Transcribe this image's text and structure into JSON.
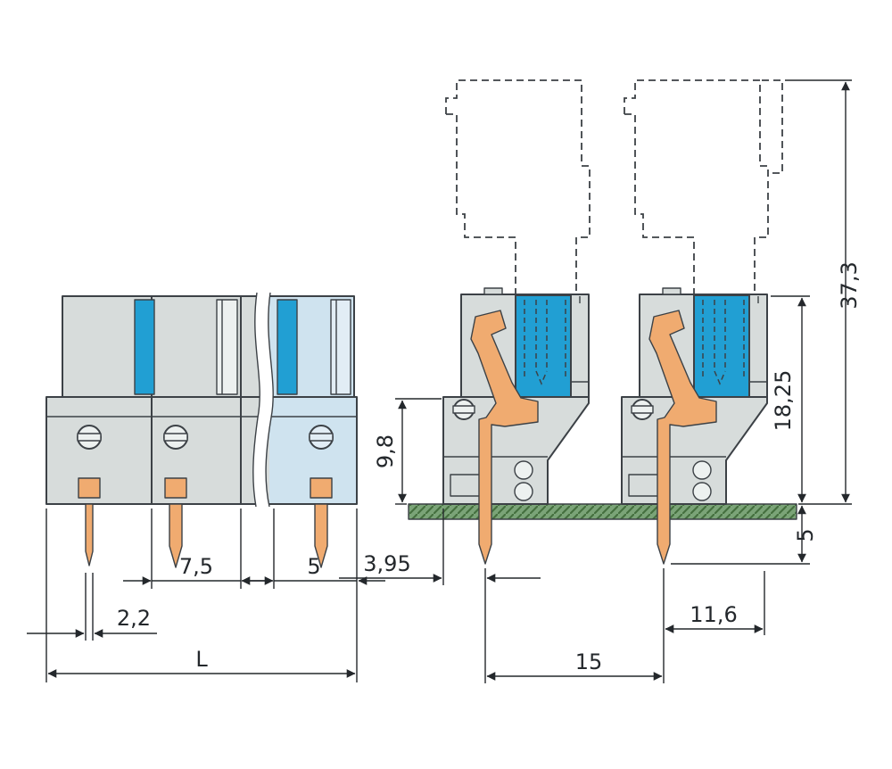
{
  "drawing": {
    "front_view": {
      "dim_pitch": "7,5",
      "dim_pin_width": "2,2",
      "dim_last_pole": "5",
      "dim_overall_length": "L"
    },
    "side_view": {
      "dim_lower_depth": "9,8",
      "dim_pin_to_face": "3,95",
      "dim_pin_to_back": "11,6",
      "dim_row_pitch": "15",
      "dim_pin_protrusion": "5",
      "dim_height_above_board": "18,25",
      "dim_total_height": "37,3"
    },
    "colors": {
      "line": "#3c4146",
      "dim": "#24282c",
      "body_fill": "#d7dcdb",
      "detail_fill": "#edf1f0",
      "blue": "#219fd3",
      "light_blue": "#cfe3ef",
      "light_blue_detail": "#e2edf5",
      "orange": "#f0ab70",
      "pcb_green": "#7ba478",
      "pcb_hatch": "#45703f",
      "background": "#ffffff"
    }
  }
}
